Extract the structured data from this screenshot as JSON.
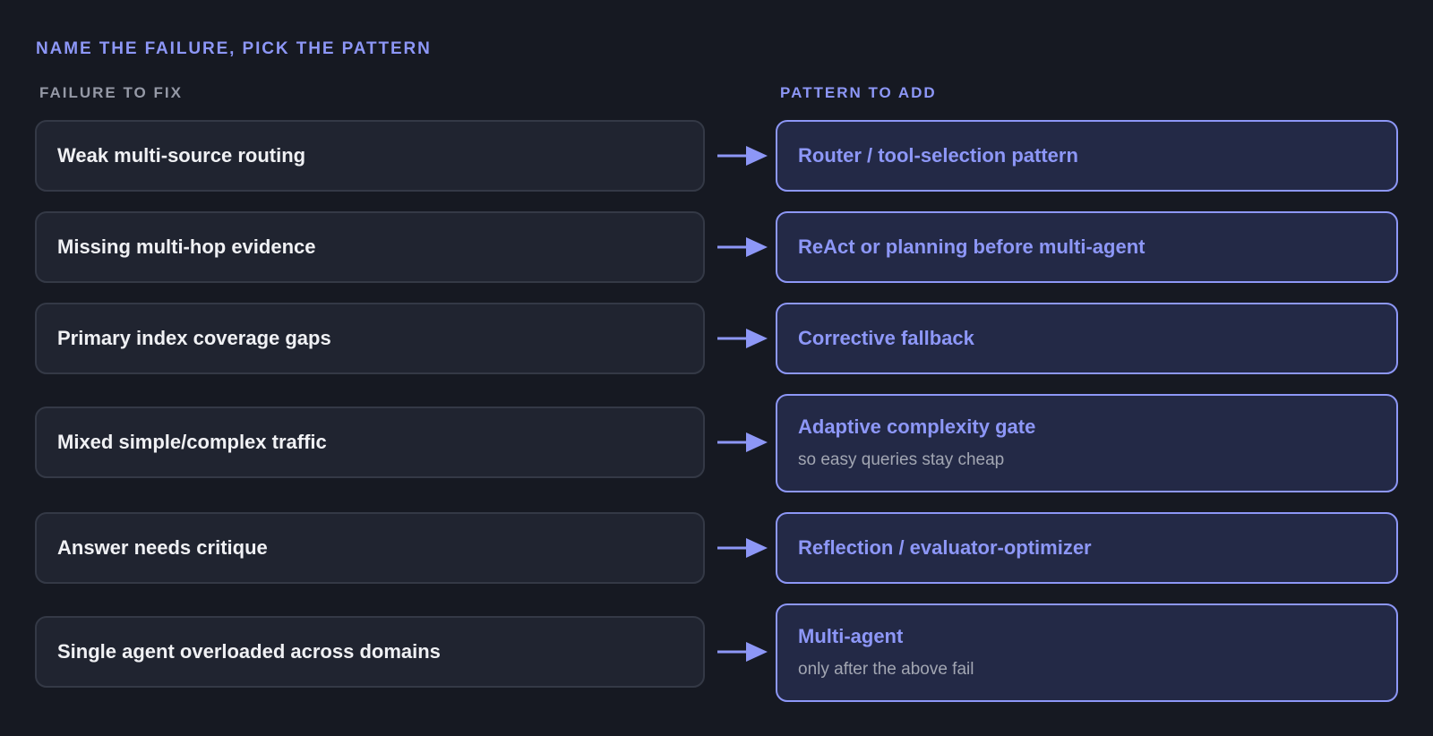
{
  "title": "NAME THE FAILURE, PICK THE PATTERN",
  "columns": {
    "failure_header": "FAILURE TO FIX",
    "pattern_header": "PATTERN TO ADD"
  },
  "rows": [
    {
      "failure": "Weak multi-source routing",
      "pattern": "Router / tool-selection pattern",
      "note": ""
    },
    {
      "failure": "Missing multi-hop evidence",
      "pattern": "ReAct or planning before multi-agent",
      "note": ""
    },
    {
      "failure": "Primary index coverage gaps",
      "pattern": "Corrective fallback",
      "note": ""
    },
    {
      "failure": "Mixed simple/complex traffic",
      "pattern": "Adaptive complexity gate",
      "note": "so easy queries stay cheap"
    },
    {
      "failure": "Answer needs critique",
      "pattern": "Reflection / evaluator-optimizer",
      "note": ""
    },
    {
      "failure": "Single agent overloaded across domains",
      "pattern": "Multi-agent",
      "note": "only after the above fail"
    }
  ],
  "colors": {
    "background": "#161922",
    "accent": "#8d97f7",
    "failure_box": "#202430",
    "pattern_box": "#232946"
  },
  "icons": {
    "arrow": "arrow-right-icon"
  }
}
